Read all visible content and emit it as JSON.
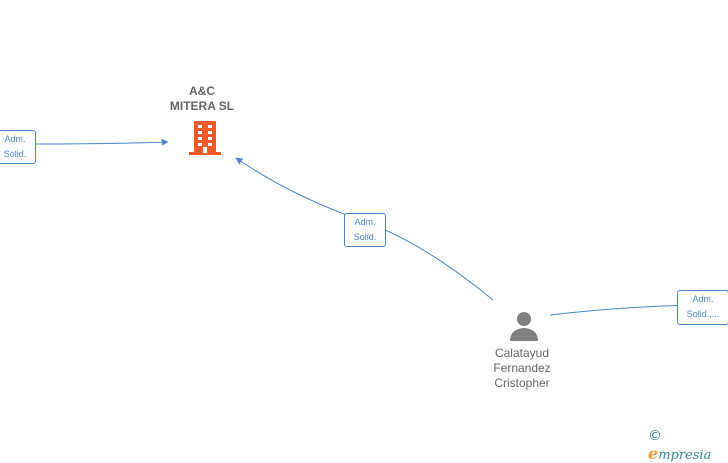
{
  "nodes": {
    "company": {
      "name_line1": "A&C",
      "name_line2": "MITERA  SL",
      "icon": "building-icon",
      "color": "#f05a28"
    },
    "person": {
      "name_line1": "Calatayud",
      "name_line2": "Fernandez",
      "name_line3": "Cristopher",
      "icon": "person-icon",
      "color": "#808080"
    }
  },
  "edges": [
    {
      "label_line1": "Adm.",
      "label_line2": "Solid."
    },
    {
      "label_line1": "Adm.",
      "label_line2": "Solid."
    },
    {
      "label_line1": "Adm.",
      "label_line2": "Solid.,..."
    }
  ],
  "edge_color": "#4a86c8",
  "watermark": {
    "copyright": "©",
    "brand_initial": "e",
    "brand_rest": "mpresia"
  }
}
